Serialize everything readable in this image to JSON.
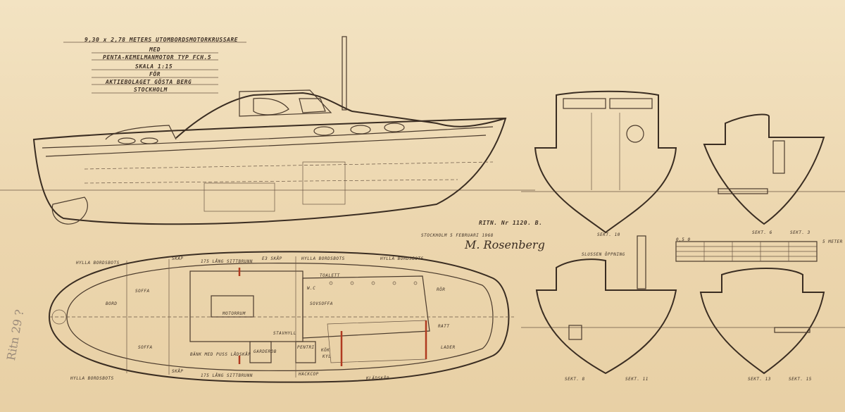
{
  "title_block": {
    "line1": "9,30 x 2,78 METERS UTOMBORDSMOTORKRUSSARE",
    "line2": "MED",
    "line3": "PENTA-KEMELMANMOTOR TYP FCH.5",
    "line4": "SKALA 1:15",
    "line5": "FÖR",
    "line6": "AKTIEBOLAGET GÖSTA BERG",
    "line7": "STOCKHOLM"
  },
  "drawing_number": "RITN. Nr 1120. B.",
  "date": "STOCKHOLM 5 FEBRUARI 1968",
  "signature": "M. Rosenberg",
  "scale_bar_label": "5 METER",
  "scale_bar_start": "0,5 0",
  "pencil_note": "Ritn 29 ?",
  "section_labels": {
    "sekt10": "SEKT. 10",
    "sekt6": "SEKT. 6",
    "sekt3": "SEKT. 3",
    "sekt8": "SEKT. 8",
    "sekt11": "SEKT. 11",
    "sekt13": "SEKT. 13",
    "sekt15": "SEKT. 15",
    "slussen": "SLUSSEN ÖPPNING"
  },
  "plan_labels": {
    "hylla1": "HYLLA BORDSBOTS",
    "skap1": "SKÅP",
    "sittbrunn": "175 LÅNG SITTBRUNN",
    "e3_skap": "E3 SKÅP",
    "hylla2": "HYLLA BORDSBOTS",
    "hylla3": "HYLLA BORDSBOTS",
    "soffa1": "SOFFA",
    "bord": "BORD",
    "motor": "MOTORRUM",
    "toalett": "TOALETT",
    "wc": "W.C",
    "ror": "RÖR",
    "sovsoffa": "SOVSOFFA",
    "ratt": "RATT",
    "soffa2": "SOFFA",
    "bank": "BÄNK MED PUSS LÅDSKÅP",
    "skap2": "SKÅP",
    "sittbrunn2": "175 LÅNG SITTBRUNN",
    "hylla4": "HYLLA BORDSBOTS",
    "garderob": "GARDEROB",
    "kok": "KÖK",
    "kyl": "KYL",
    "lader": "LADER",
    "pentri": "PENTRI",
    "hackcop": "HACKCOP",
    "kladskap": "KLÄDSKÅP",
    "stavhyll": "STAVHYLL"
  }
}
